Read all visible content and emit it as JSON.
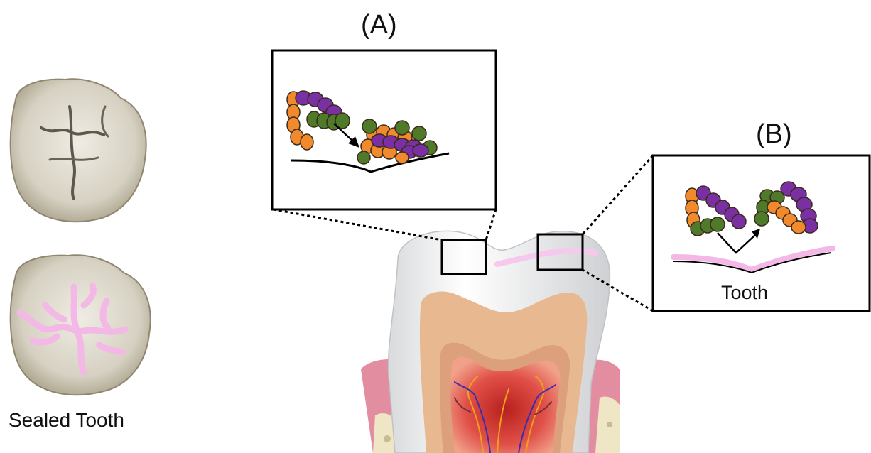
{
  "labels": {
    "panel_a": "(A)",
    "panel_b": "(B)",
    "tooth_in_b": "Tooth",
    "sealed_tooth": "Sealed Tooth"
  },
  "colors": {
    "orange": "#f08a2c",
    "purple": "#7a2fa3",
    "green": "#4e7a2a",
    "sealant_pink": "#f3b8e6",
    "gum": "#e8a0ad",
    "pulp": "#d8473f",
    "dentin": "#e6b58e",
    "enamel": "#f2f2f2",
    "molar_top": "#d9d5c8"
  },
  "icons": [
    "double-headed-arrow-icon",
    "diagonal-arrow-icon"
  ]
}
